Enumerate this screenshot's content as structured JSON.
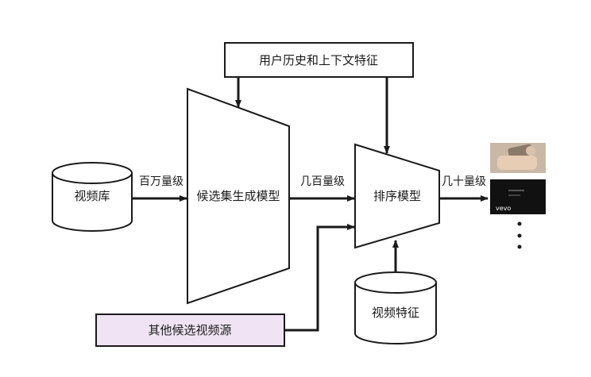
{
  "nodes": {
    "video_library": "视频库",
    "candidate_model": "候选集生成模型",
    "ranking_model": "排序模型",
    "video_features": "视频特征",
    "user_history": "用户历史和上下文特征",
    "other_sources": "其他候选视频源"
  },
  "edges": {
    "millions": "百万量级",
    "hundreds": "几百量级",
    "tens": "几十量级"
  },
  "thumbnails": {
    "vevo_text": "vevo"
  },
  "colors": {
    "stroke": "#1a1a1a",
    "other_sources_fill": "#f0e4f4",
    "thumb1_bg": "#c9b8a6",
    "thumb2_bg": "#111111"
  }
}
